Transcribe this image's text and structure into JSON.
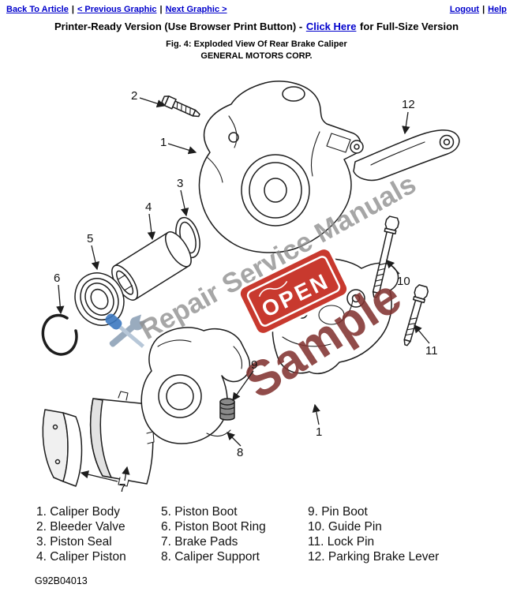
{
  "nav": {
    "sep": "|",
    "back_to_article": "Back To Article",
    "previous_graphic": "< Previous Graphic",
    "next_graphic": "Next Graphic >",
    "logout": "Logout",
    "help": "Help"
  },
  "header": {
    "printer_ready_prefix": "Printer-Ready Version (Use Browser Print Button) -",
    "click_here_label": "Click Here",
    "printer_ready_suffix": "for Full-Size Version",
    "figure_caption": "Fig. 4: Exploded View Of Rear Brake Caliper",
    "company": "GENERAL MOTORS CORP."
  },
  "watermark": {
    "brand": "Repair Service Manuals",
    "sample": "Sample",
    "open_sign": "OPEN"
  },
  "callouts": [
    "1",
    "2",
    "3",
    "4",
    "5",
    "6",
    "7",
    "8",
    "9",
    "10",
    "11",
    "12"
  ],
  "legend": {
    "columns": [
      [
        "1. Caliper Body",
        "2. Bleeder Valve",
        "3. Piston Seal",
        "4. Caliper Piston"
      ],
      [
        "5. Piston Boot",
        "6. Piston Boot Ring",
        "7. Brake Pads",
        "8. Caliper Support"
      ],
      [
        "9. Pin Boot",
        "10. Guide Pin",
        "11. Lock Pin",
        "12. Parking Brake Lever"
      ]
    ]
  },
  "footer": {
    "figure_id": "G92B04013"
  },
  "colors": {
    "link": "#0000cc",
    "sign_red": "#c8392e",
    "sample_red": "#823432",
    "watermark_gray": "#8e8e8e"
  }
}
